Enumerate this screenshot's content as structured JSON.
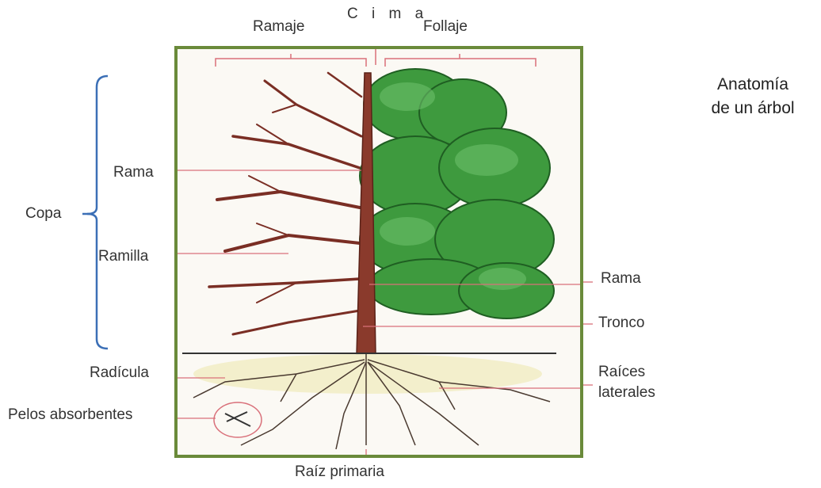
{
  "title": {
    "line1": "Anatomía",
    "line2": "de un árbol"
  },
  "labels": {
    "cima": "C i m a",
    "ramaje": "Ramaje",
    "follaje": "Follaje",
    "copa": "Copa",
    "rama_left": "Rama",
    "ramilla": "Ramilla",
    "radicula": "Radícula",
    "pelos": "Pelos absorbentes",
    "rama_right": "Rama",
    "tronco": "Tronco",
    "raices_1": "Raíces",
    "raices_2": "laterales",
    "raiz_primaria": "Raíz primaria"
  },
  "colors": {
    "frame": "#6a8a3a",
    "leader": "#d9707a",
    "bracket": "#3b6fb6",
    "trunk": "#8a3a2c",
    "foliage": "#3e9a3e",
    "roots": "#4a3a30"
  }
}
